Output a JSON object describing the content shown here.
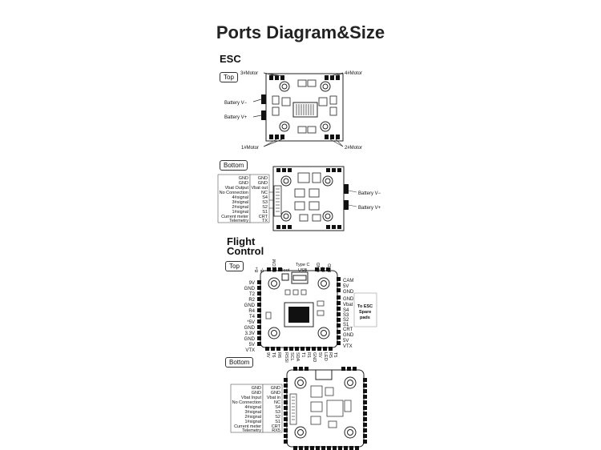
{
  "title": "Ports Diagram&Size",
  "esc": {
    "heading": "ESC",
    "top_tag": "Top",
    "bottom_tag": "Bottom",
    "motor3": "3#Motor",
    "motor4": "4#Motor",
    "motor1": "1#Motor",
    "motor2": "2#Motor",
    "batt_neg": "Battery V−",
    "batt_pos": "Battery V+",
    "batt_neg_b": "Battery V−",
    "batt_pos_b": "Battery V+",
    "left_labels": [
      "GND",
      "GND",
      "Vbat Output",
      "No Connection",
      "4#signal",
      "3#signal",
      "2#signal",
      "1#signal",
      "Current meter",
      "Telemetry"
    ],
    "right_labels": [
      "GND",
      "GND",
      "Vbat out",
      "NC",
      "S4",
      "S3",
      "S2",
      "S1",
      "CRT",
      "TX"
    ]
  },
  "fc": {
    "heading_line1": "Flight",
    "heading_line2": "Control",
    "top_tag": "Top",
    "bottom_tag": "Bottom",
    "top_labels": [
      "B+",
      "B-",
      "FCOM",
      "Boot",
      "Type C",
      "USB",
      "GND",
      "5V",
      "LED"
    ],
    "left_pins": [
      "9V",
      "GND",
      "T2",
      "R2",
      "GND",
      "R4",
      "T4",
      "*5V",
      "GND",
      "3.3V",
      "GND",
      "5V",
      "VTX"
    ],
    "right_pins_top": [
      "CAM",
      "5V",
      "GND"
    ],
    "right_pins_esc": [
      "GND",
      "Vbat in",
      "S4",
      "S3",
      "S2",
      "S1",
      "CRT"
    ],
    "right_pins_bottom": [
      "GND",
      "5V",
      "VTX"
    ],
    "esc_spare_note_1": "To ESC",
    "esc_spare_note_2": "Spare",
    "esc_spare_note_3": "pads",
    "bottom_pins": [
      "9V",
      "T6",
      "R6",
      "RSSI",
      "SCL",
      "SDA",
      "T1",
      "R1",
      "GND",
      "5V",
      "LED",
      "R5",
      "T5"
    ],
    "bottom_left_labels": [
      "GND",
      "GND",
      "Vbat Input",
      "No Connection",
      "4#signal",
      "3#signal",
      "2#signal",
      "1#signal",
      "Current meter",
      "Telemetry"
    ],
    "bottom_right_labels": [
      "GND",
      "GND",
      "Vbat in",
      "NC",
      "S4",
      "S3",
      "S2",
      "S1",
      "CRT",
      "RX5"
    ]
  }
}
